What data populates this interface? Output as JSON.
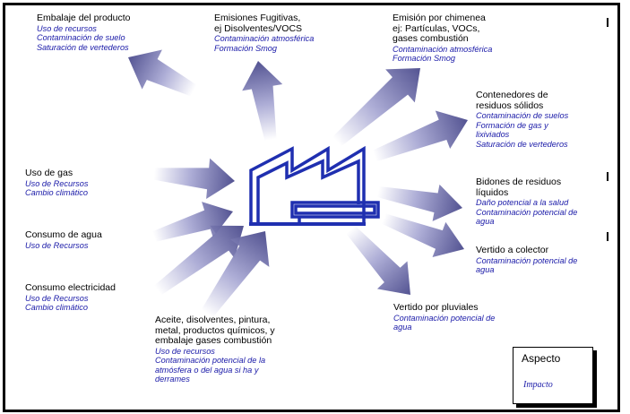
{
  "center_icon": "factory-icon",
  "colors": {
    "impact_text": "#1a1aa8",
    "factory": "#1f2fb0",
    "arrow_dark": "#4a4a8c",
    "arrow_light": "#ffffff"
  },
  "aspects": [
    {
      "key": "embalaje",
      "title_lines": [
        "Embalaje del producto"
      ],
      "impacts": [
        "Uso de recursos",
        "Contaminación de suelo",
        "Saturación de vertederos"
      ]
    },
    {
      "key": "emisiones-fugitivas",
      "title_lines": [
        "Emisiones Fugitivas,",
        "ej Disolventes/VOCS"
      ],
      "impacts": [
        "Contaminación atmosférica",
        "Formación Smog"
      ]
    },
    {
      "key": "chimenea",
      "title_lines": [
        "Emisión por chimenea",
        "ej: Partículas, VOCs,",
        "gases combustión"
      ],
      "impacts": [
        "Contaminación atmosférica",
        "Formación Smog"
      ]
    },
    {
      "key": "contenedores",
      "title_lines": [
        "Contenedores de",
        "residuos sólidos"
      ],
      "impacts": [
        "Contaminación de suelos",
        "Formación de gas y",
        "lixiviados",
        "Saturación de vertederos"
      ]
    },
    {
      "key": "gas",
      "title_lines": [
        "Uso de gas"
      ],
      "impacts": [
        "Uso de Recursos",
        "Cambio climático"
      ]
    },
    {
      "key": "bidones",
      "title_lines": [
        "Bidones de residuos",
        "líquidos"
      ],
      "impacts": [
        "Daño potencial a la salud",
        "Contaminación potencial de",
        "agua"
      ]
    },
    {
      "key": "agua",
      "title_lines": [
        "Consumo de agua"
      ],
      "impacts": [
        "Uso de Recursos"
      ]
    },
    {
      "key": "colector",
      "title_lines": [
        "Vertido a colector"
      ],
      "impacts": [
        "Contaminación potencial de",
        "agua"
      ]
    },
    {
      "key": "electricidad",
      "title_lines": [
        "Consumo electricidad"
      ],
      "impacts": [
        "Uso de Recursos",
        "Cambio climático"
      ]
    },
    {
      "key": "pluviales",
      "title_lines": [
        "Vertido por pluviales"
      ],
      "impacts": [
        "Contaminación potencial de",
        "agua"
      ]
    },
    {
      "key": "aceite",
      "title_lines": [
        "Aceite, disolventes, pintura,",
        "metal, productos químicos, y",
        "embalaje gases combustión"
      ],
      "impacts": [
        "Uso de recursos",
        "Contaminación potencial de la",
        "atmósfera o del agua si ha y",
        "derrames"
      ]
    }
  ],
  "legend": {
    "aspect_label": "Aspecto",
    "impact_label": "Impacto"
  }
}
